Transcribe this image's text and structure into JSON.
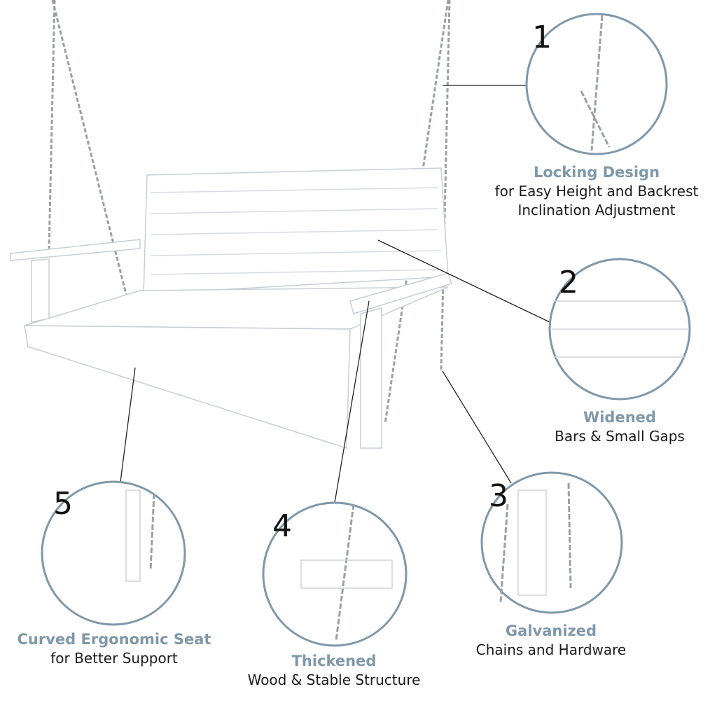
{
  "accent_color": "#7f98aa",
  "features": [
    {
      "number": "1",
      "title": "Locking Design",
      "lines": [
        "for Easy Height and Backrest",
        "Inclination Adjustment"
      ],
      "icon": "chain-lock-detail"
    },
    {
      "number": "2",
      "title": "Widened",
      "lines": [
        "Bars & Small Gaps"
      ],
      "icon": "backrest-slats-detail"
    },
    {
      "number": "3",
      "title": "Galvanized",
      "lines": [
        "Chains and Hardware"
      ],
      "icon": "chain-hardware-detail"
    },
    {
      "number": "4",
      "title": "Thickened",
      "lines": [
        "Wood & Stable Structure"
      ],
      "icon": "armrest-detail"
    },
    {
      "number": "5",
      "title": "Curved Ergonomic Seat",
      "lines": [
        "for Better Support"
      ],
      "icon": "seat-detail"
    }
  ]
}
